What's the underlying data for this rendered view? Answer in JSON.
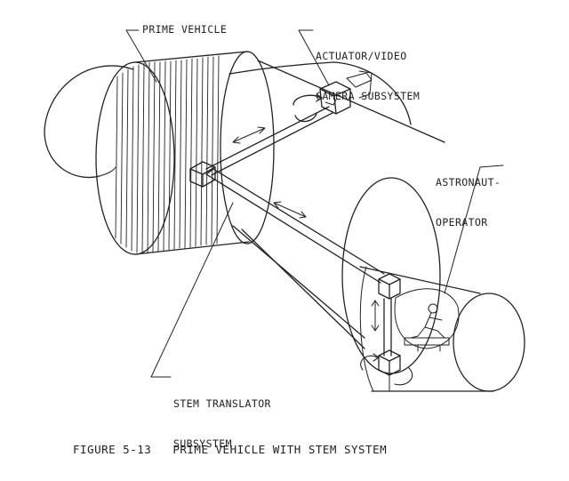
{
  "labels": {
    "prime_vehicle": "PRIME VEHICLE",
    "actuator_line1": "ACTUATOR/VIDEO",
    "actuator_line2": "CAMERA SUBSYSTEM",
    "astronaut_line1": "ASTRONAUT-",
    "astronaut_line2": "OPERATOR",
    "stem_line1": "STEM TRANSLATOR",
    "stem_line2": "SUBSYSTEM"
  },
  "caption": "FIGURE 5-13   PRIME VEHICLE WITH STEM SYSTEM",
  "colors": {
    "ink": "#1f1f1f",
    "paper": "#ffffff"
  }
}
